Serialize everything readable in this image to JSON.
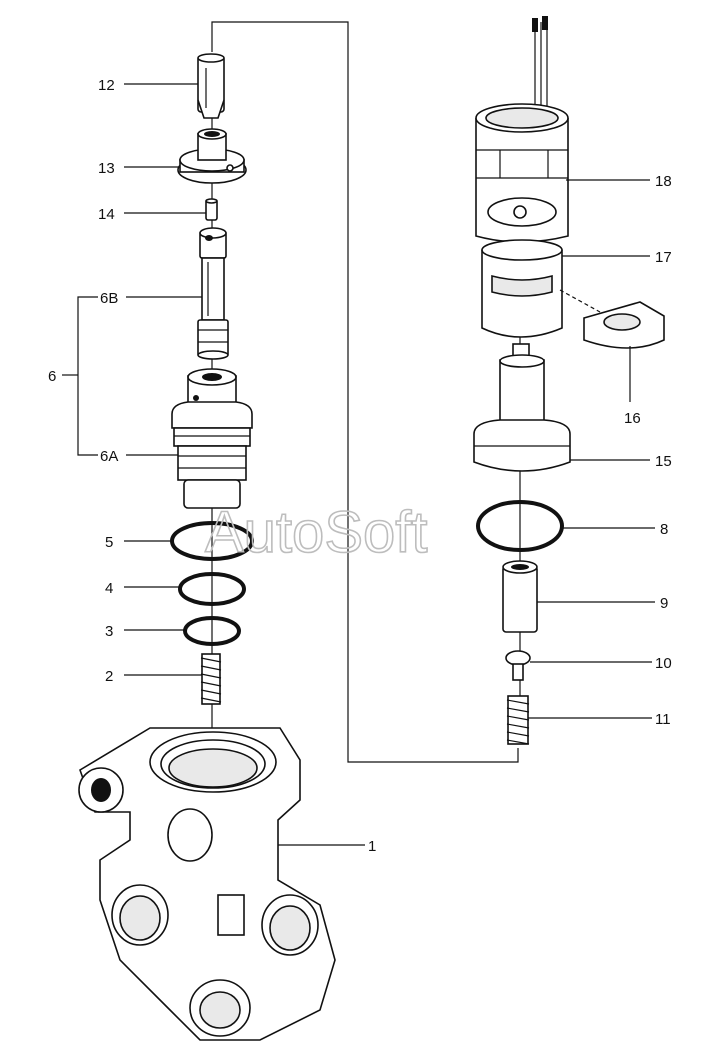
{
  "watermark": "AutoSoft",
  "parts": [
    {
      "id": "p12",
      "label": "12"
    },
    {
      "id": "p13",
      "label": "13"
    },
    {
      "id": "p14",
      "label": "14"
    },
    {
      "id": "p6b",
      "label": "6B"
    },
    {
      "id": "p6",
      "label": "6"
    },
    {
      "id": "p6a",
      "label": "6A"
    },
    {
      "id": "p5",
      "label": "5"
    },
    {
      "id": "p4",
      "label": "4"
    },
    {
      "id": "p3",
      "label": "3"
    },
    {
      "id": "p2",
      "label": "2"
    },
    {
      "id": "p1",
      "label": "1"
    },
    {
      "id": "p18",
      "label": "18"
    },
    {
      "id": "p17",
      "label": "17"
    },
    {
      "id": "p16",
      "label": "16"
    },
    {
      "id": "p15",
      "label": "15"
    },
    {
      "id": "p8",
      "label": "8"
    },
    {
      "id": "p9",
      "label": "9"
    },
    {
      "id": "p10",
      "label": "10"
    },
    {
      "id": "p11",
      "label": "11"
    }
  ]
}
